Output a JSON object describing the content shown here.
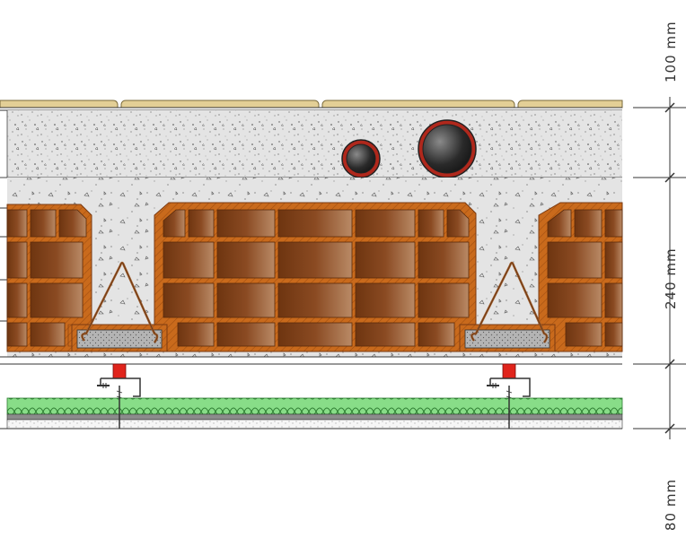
{
  "dimensions": [
    {
      "label": "100 mm"
    },
    {
      "label": "240 mm"
    },
    {
      "label": "80 mm"
    }
  ],
  "colors": {
    "floor_finish": "#e3cf96",
    "screed": "#e2e2e2",
    "concrete_topping": "#e3e3e3",
    "brick_fill": "#c86a1a",
    "brick_cavity": "#7a3a12",
    "pipe": "#b0281c",
    "rebar": "#9a5a2a",
    "joist_base": "#a8a8a8",
    "insulation": "#7ed67e",
    "insulation_wave": "#2e7d32",
    "clip": "#e0241c",
    "plaster_board": "#8c8c8c"
  },
  "icons": [
    "screw-icon",
    "hanger-clip-icon"
  ]
}
